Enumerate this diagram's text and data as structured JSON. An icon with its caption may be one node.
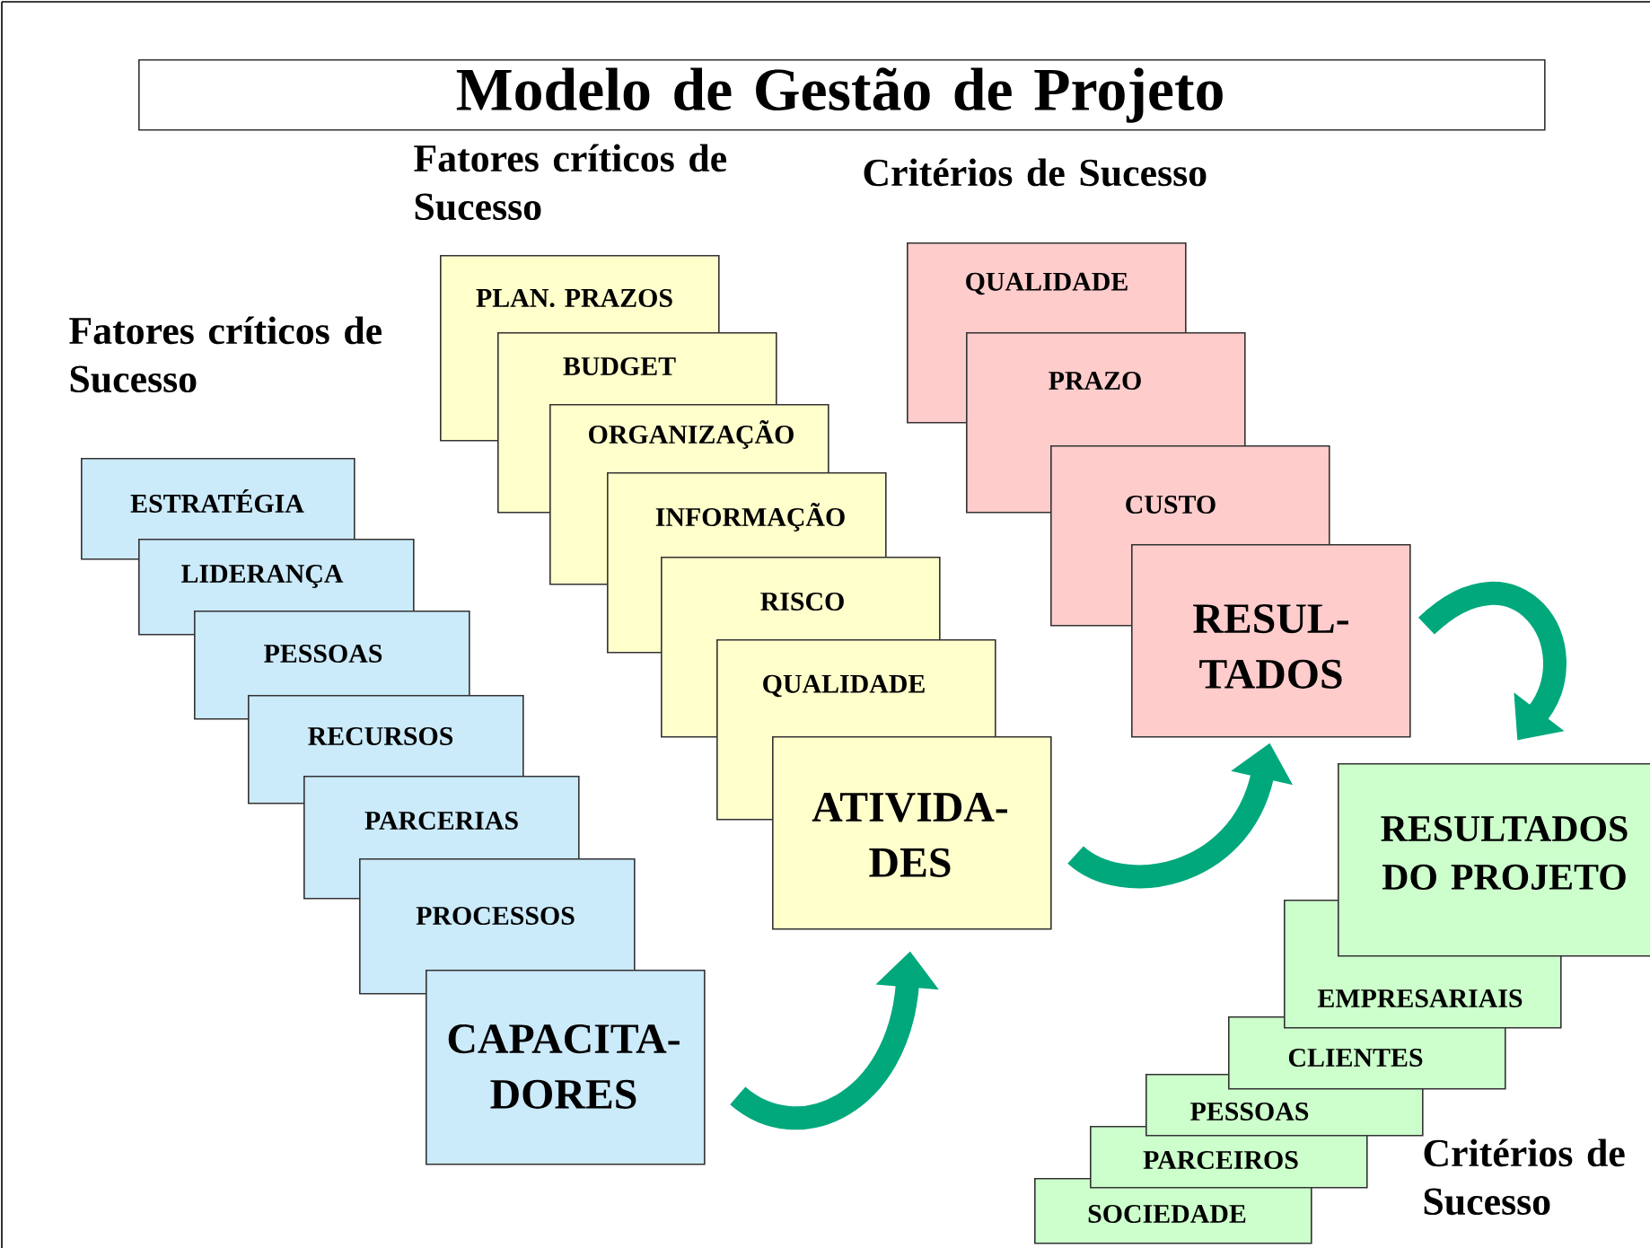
{
  "diagram": {
    "nodes": [
      {
        "text": [
          "Modelo de Gestão de Projeto"
        ]
      },
      {
        "text": [
          "ESTRATÉGIA"
        ]
      },
      {
        "text": [
          "LIDERANÇA"
        ]
      },
      {
        "text": [
          "PESSOAS"
        ]
      },
      {
        "text": [
          "RECURSOS"
        ]
      },
      {
        "text": [
          "PARCERIAS"
        ]
      },
      {
        "text": [
          "PROCESSOS"
        ]
      },
      {
        "text": [
          "CAPACITA- DORES"
        ]
      },
      {
        "text": [
          "PLAN. PRAZOS"
        ]
      },
      {
        "text": [
          "BUDGET"
        ]
      },
      {
        "text": [
          "ORGANIZAÇÃO"
        ]
      },
      {
        "text": [
          "INFORMAÇÃO"
        ]
      },
      {
        "text": [
          "RISCO"
        ]
      },
      {
        "text": [
          "QUALIDADE"
        ]
      },
      {
        "text": [
          "ATIVIDA- DES"
        ]
      },
      {
        "text": [
          "QUALIDADE"
        ]
      },
      {
        "text": [
          "PRAZO"
        ]
      },
      {
        "text": [
          "CUSTO"
        ]
      },
      {
        "text": [
          "RESUL- TADOS"
        ]
      },
      {
        "text": [
          "RESULTADOS DO PROJETO"
        ]
      },
      {
        "text": [
          "EMPRESARIAIS"
        ]
      },
      {
        "text": [
          "CLIENTES"
        ]
      },
      {
        "text": [
          "PESSOAS"
        ]
      },
      {
        "text": [
          "PARCEIROS"
        ]
      },
      {
        "text": [
          "SOCIEDADE"
        ]
      }
    ],
    "edges": [
      {
        "from": 7,
        "to": 14,
        "arrow": "to"
      },
      {
        "from": 14,
        "to": 18,
        "arrow": "to"
      },
      {
        "from": 18,
        "to": 19,
        "arrow": "to"
      }
    ],
    "labels": [
      "Fatores críticos de Sucesso",
      "Critérios de Sucesso",
      "Fatores críticos de Sucesso",
      "Critérios de Sucesso"
    ]
  }
}
